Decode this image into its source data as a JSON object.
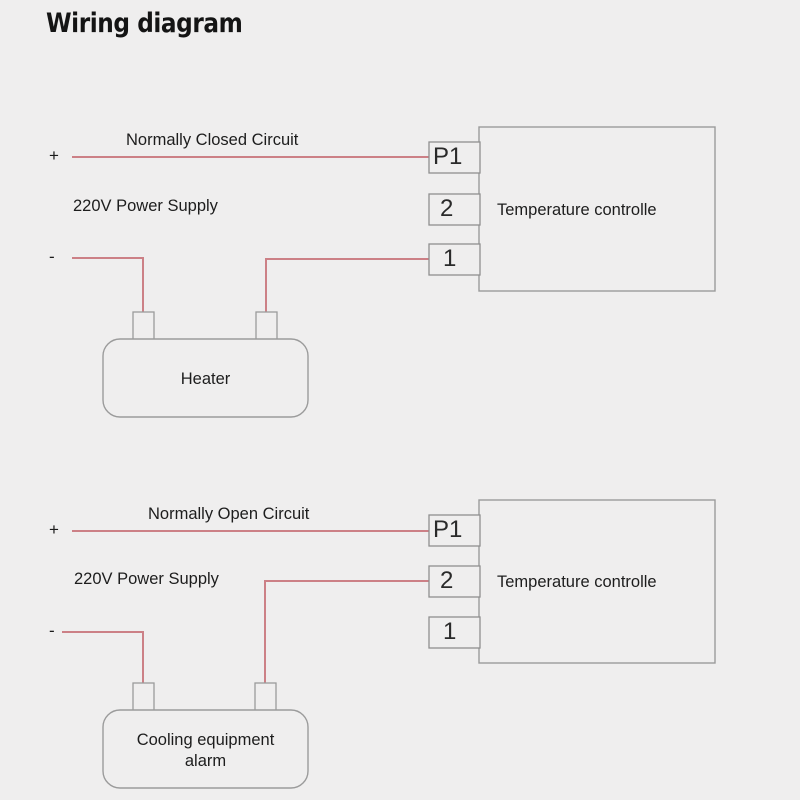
{
  "title": "Wiring diagram",
  "colors": {
    "background": "#efeeee",
    "wire": "#cc8086",
    "wire_dark": "#bf6f76",
    "outline": "#9b9b9b",
    "terminal_outline": "#8f8f8f",
    "text": "#1d1d1d",
    "title_text": "#141414"
  },
  "diagrams": [
    {
      "id": "normally-closed",
      "circuit_label": "Normally Closed Circuit",
      "supply_label": "220V Power Supply",
      "plus_sign": "+",
      "minus_sign": "-",
      "controller_label": "Temperature controlle",
      "device_label": "Heater",
      "device_label_lines": [
        "Heater"
      ],
      "terminals": [
        {
          "name": "P1",
          "connected": true
        },
        {
          "name": "2",
          "connected": false
        },
        {
          "name": "1",
          "connected": true
        }
      ],
      "connections": [
        {
          "from": "plus",
          "to": "P1"
        },
        {
          "from": "minus",
          "to": "device-left-terminal"
        },
        {
          "from": "terminal-1",
          "to": "device-right-terminal"
        }
      ]
    },
    {
      "id": "normally-open",
      "circuit_label": "Normally Open Circuit",
      "supply_label": "220V Power Supply",
      "plus_sign": "+",
      "minus_sign": "-",
      "controller_label": "Temperature controlle",
      "device_label": "Cooling equipment alarm",
      "device_label_lines": [
        "Cooling equipment",
        "alarm"
      ],
      "terminals": [
        {
          "name": "P1",
          "connected": true
        },
        {
          "name": "2",
          "connected": true
        },
        {
          "name": "1",
          "connected": false
        }
      ],
      "connections": [
        {
          "from": "plus",
          "to": "P1"
        },
        {
          "from": "minus",
          "to": "device-left-terminal"
        },
        {
          "from": "terminal-2",
          "to": "device-right-terminal"
        }
      ]
    }
  ]
}
